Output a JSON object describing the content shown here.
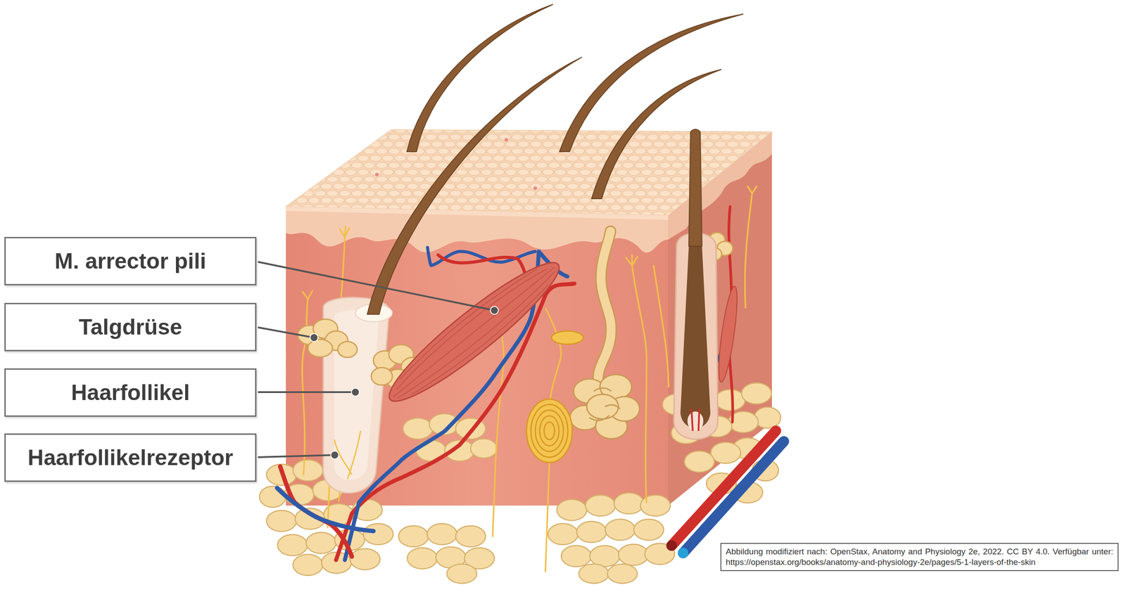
{
  "diagram": {
    "nodes": [
      {
        "text": [
          "M. arrector pili"
        ]
      },
      {
        "text": [
          "Talgdrüse"
        ]
      },
      {
        "text": [
          "Haarfollikel"
        ]
      },
      {
        "text": [
          "Haarfollikelrezeptor"
        ]
      },
      {
        "text": [
          "Abbildung modifiziert nach: OpenStax, Anatomy and Physiology 2e, 2022. CC BY 4.0. Verfügbar unter: https://openstax.org/books/anatomy-and-physiology-2e/pages/5-1-layers-of-the-skin"
        ]
      }
    ]
  }
}
